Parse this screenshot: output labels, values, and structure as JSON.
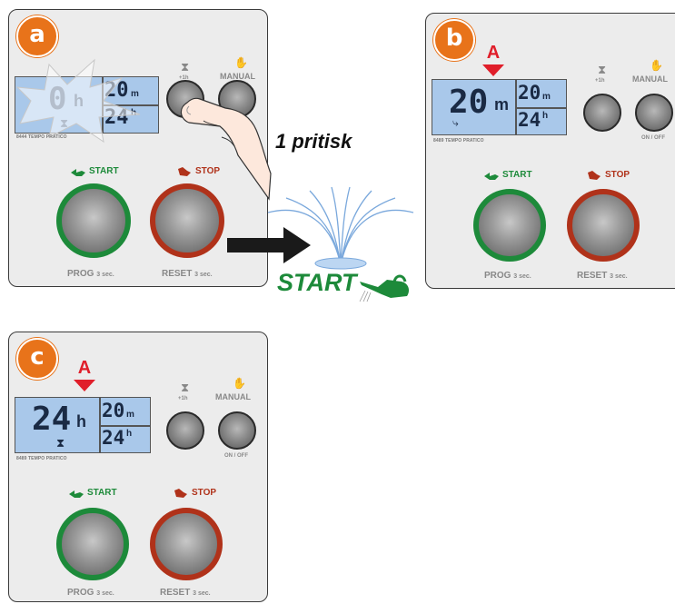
{
  "panels": [
    {
      "badge": "a",
      "display_big": "0",
      "display_big_unit": "h",
      "top_value": "20",
      "top_unit": "m",
      "bottom_value": "24",
      "bottom_unit": "h",
      "model": "8444 TEMPO PRATICO",
      "hour_button_label": "+1h",
      "manual_label": "MANUAL",
      "start_label": "START",
      "stop_label": "STOP",
      "prog_label": "PROG",
      "reset_label": "RESET",
      "hold_label": "3 sec."
    },
    {
      "badge": "b",
      "marker": "A",
      "display_big": "20",
      "display_big_unit": "m",
      "top_value": "20",
      "top_unit": "m",
      "bottom_value": "24",
      "bottom_unit": "h",
      "model": "8489 TEMPO PRATICO",
      "hour_button_label": "+1h",
      "manual_label": "MANUAL",
      "onoff_label": "ON / OFF",
      "start_label": "START",
      "stop_label": "STOP",
      "prog_label": "PROG",
      "reset_label": "RESET",
      "hold_label": "3 sec."
    },
    {
      "badge": "c",
      "marker": "A",
      "display_big": "24",
      "display_big_unit": "h",
      "top_value": "20",
      "top_unit": "m",
      "bottom_value": "24",
      "bottom_unit": "h",
      "model": "8489 TEMPO PRATICO",
      "hour_button_label": "+1h",
      "manual_label": "MANUAL",
      "onoff_label": "ON / OFF",
      "start_label": "START",
      "stop_label": "STOP",
      "prog_label": "PROG",
      "reset_label": "RESET",
      "hold_label": "3 sec."
    }
  ],
  "annotation": {
    "press_text": "1 pritisk",
    "result_text": "START"
  },
  "colors": {
    "badge": "#e8731a",
    "lcd": "#a9c8ea",
    "green": "#1d8a3a",
    "red": "#b0321a",
    "marker": "#e01e2a",
    "panel": "#ececec"
  }
}
